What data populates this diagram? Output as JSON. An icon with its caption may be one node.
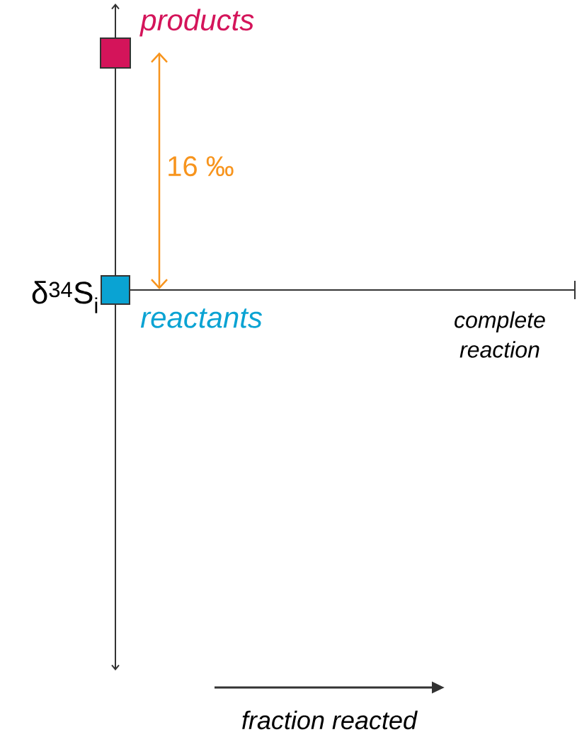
{
  "diagram": {
    "nodes": [
      {
        "text": [],
        "shape": "box",
        "beside": [
          "products"
        ]
      },
      {
        "text": [],
        "shape": "box",
        "beside": [
          "reactants"
        ]
      }
    ],
    "labels": [
      "16 ‰",
      "δ$^{34}$S$_{i}$",
      "complete reaction",
      "fraction reacted"
    ]
  }
}
